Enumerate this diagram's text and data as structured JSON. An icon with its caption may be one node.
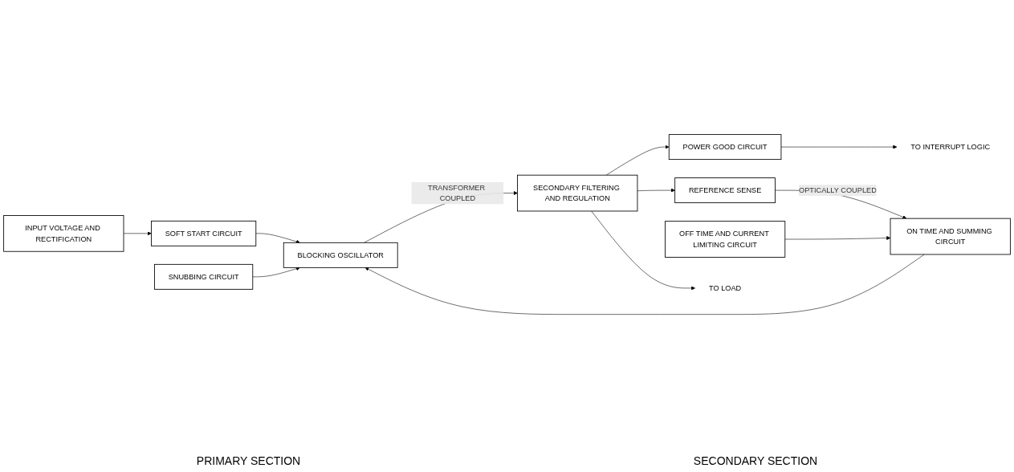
{
  "diagram": {
    "nodes": [
      {
        "text": [
          "INPUT VOLTAGE AND RECTIFICATION"
        ]
      },
      {
        "text": [
          "SOFT START CIRCUIT"
        ]
      },
      {
        "text": [
          "SNUBBING CIRCUIT"
        ]
      },
      {
        "text": [
          "BLOCKING OSCILLATOR"
        ]
      },
      {
        "text": [
          "POWER GOOD CIRCUIT"
        ]
      },
      {
        "text": [
          "SECONDARY FILTERING AND REGULATION"
        ]
      },
      {
        "text": [
          "OFF TIME AND CURRENT LIMITING CIRCUIT"
        ]
      },
      {
        "text": [
          "ON TIME AND SUMMING CIRCUIT"
        ]
      },
      {
        "text": [
          "REFERENCE SENSE"
        ]
      },
      {
        "text": [
          "TO INTERRUPT LOGIC"
        ]
      },
      {
        "text": [
          "TO LOAD"
        ]
      }
    ],
    "edges": [
      {
        "from": 0,
        "to": 1,
        "arrow": "to"
      },
      {
        "from": 1,
        "to": 3,
        "arrow": "to"
      },
      {
        "from": 2,
        "to": 3,
        "arrow": "to"
      },
      {
        "from": 7,
        "to": 3,
        "arrow": "to"
      },
      {
        "from": 3,
        "to": 5,
        "arrow": "to",
        "label": "TRANSFORMER COUPLED"
      },
      {
        "from": 5,
        "to": 4,
        "arrow": "to"
      },
      {
        "from": 4,
        "to": 9,
        "arrow": "to"
      },
      {
        "from": 5,
        "to": 10,
        "arrow": "to"
      },
      {
        "from": 5,
        "to": 8,
        "arrow": "to"
      },
      {
        "from": 8,
        "to": 7,
        "arrow": "to",
        "label": "OPTICALLY COUPLED"
      },
      {
        "from": 6,
        "to": 7,
        "arrow": "to"
      }
    ],
    "labels": [
      "PRIMARY SECTION",
      "SECONDARY SECTION"
    ]
  }
}
